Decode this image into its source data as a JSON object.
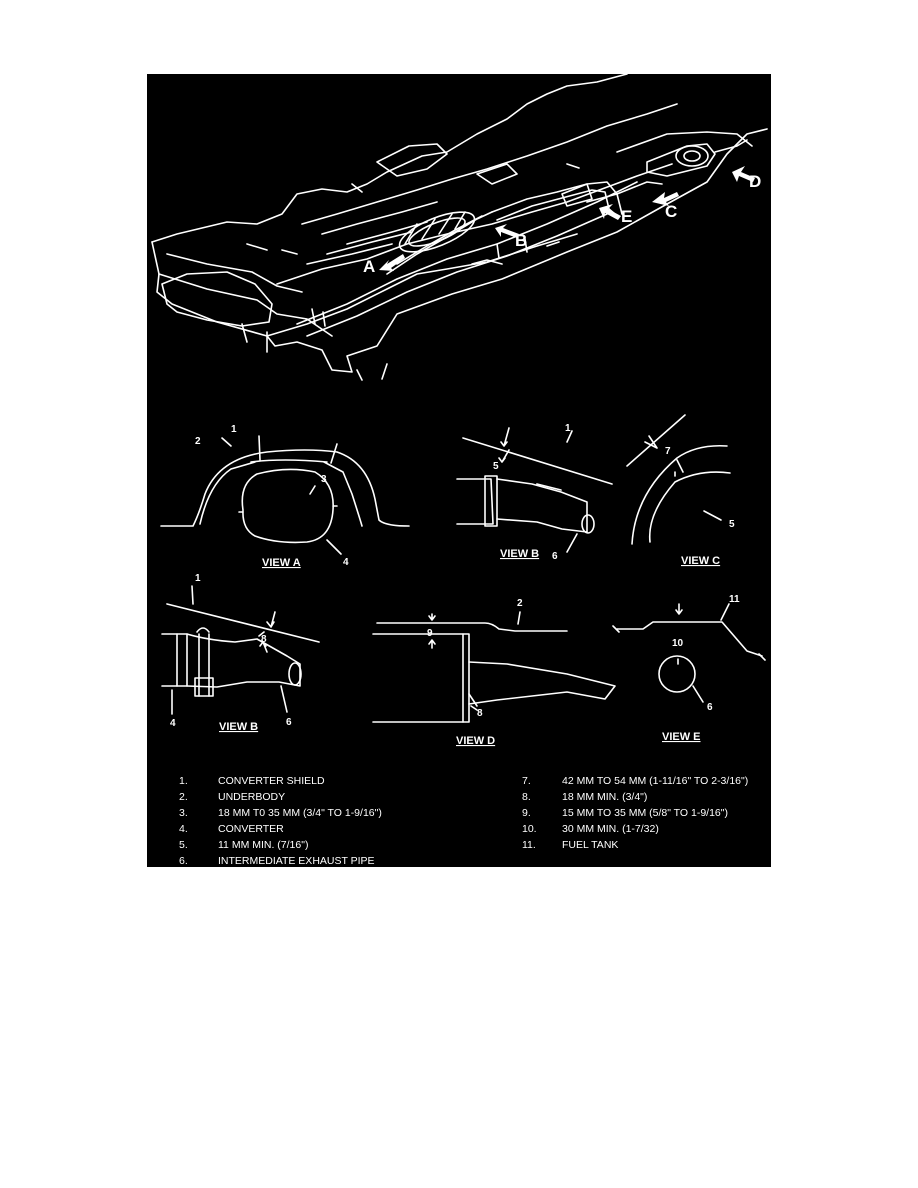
{
  "arrows": [
    "A",
    "B",
    "C",
    "D",
    "E"
  ],
  "views": {
    "a": {
      "title": "VIEW A",
      "callouts": [
        "1",
        "2",
        "3",
        "4"
      ]
    },
    "b1": {
      "title": "VIEW B",
      "callouts": [
        "1",
        "5",
        "6"
      ]
    },
    "c": {
      "title": "VIEW C",
      "callouts": [
        "7",
        "5"
      ]
    },
    "b2": {
      "title": "VIEW B",
      "callouts": [
        "1",
        "8",
        "4",
        "6"
      ]
    },
    "d": {
      "title": "VIEW D",
      "callouts": [
        "2",
        "9",
        "8"
      ]
    },
    "e": {
      "title": "VIEW E",
      "callouts": [
        "11",
        "10",
        "6"
      ]
    }
  },
  "legend": [
    {
      "num": "1.",
      "text": "CONVERTER SHIELD"
    },
    {
      "num": "2.",
      "text": "UNDERBODY"
    },
    {
      "num": "3.",
      "text": "18 MM T0 35 MM (3/4\" TO 1-9/16\")"
    },
    {
      "num": "4.",
      "text": "CONVERTER"
    },
    {
      "num": "5.",
      "text": "11 MM MIN. (7/16\")"
    },
    {
      "num": "6.",
      "text": "INTERMEDIATE EXHAUST PIPE"
    },
    {
      "num": "7.",
      "text": "42 MM TO 54 MM (1-11/16\" TO 2-3/16\")"
    },
    {
      "num": "8.",
      "text": "18 MM MIN. (3/4\")"
    },
    {
      "num": "9.",
      "text": "15 MM TO 35 MM (5/8\" TO 1-9/16\")"
    },
    {
      "num": "10.",
      "text": "30 MM MIN. (1-7/32)"
    },
    {
      "num": "11.",
      "text": "FUEL TANK"
    }
  ]
}
